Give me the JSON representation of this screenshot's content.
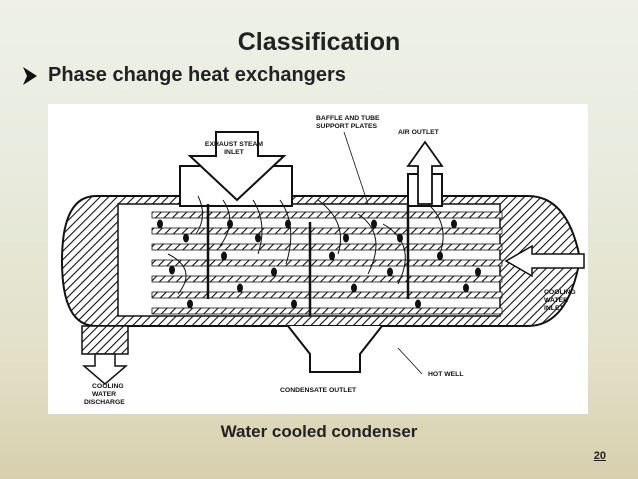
{
  "slide": {
    "title": "Classification",
    "bullet": "Phase change heat exchangers",
    "caption": "Water cooled condenser",
    "page_number": "20"
  },
  "diagram": {
    "labels": {
      "exhaust_steam_line1": "EXHAUST STEAM",
      "exhaust_steam_line2": "INLET",
      "baffle_line1": "BAFFLE AND TUBE",
      "baffle_line2": "SUPPORT PLATES",
      "air_outlet": "AIR OUTLET",
      "cooling_inlet_line1": "COOLING",
      "cooling_inlet_line2": "WATER",
      "cooling_inlet_line3": "INLET",
      "cooling_discharge_line1": "COOLING",
      "cooling_discharge_line2": "WATER",
      "cooling_discharge_line3": "DISCHARGE",
      "condensate_outlet": "CONDENSATE OUTLET",
      "hot_well": "HOT WELL"
    }
  }
}
